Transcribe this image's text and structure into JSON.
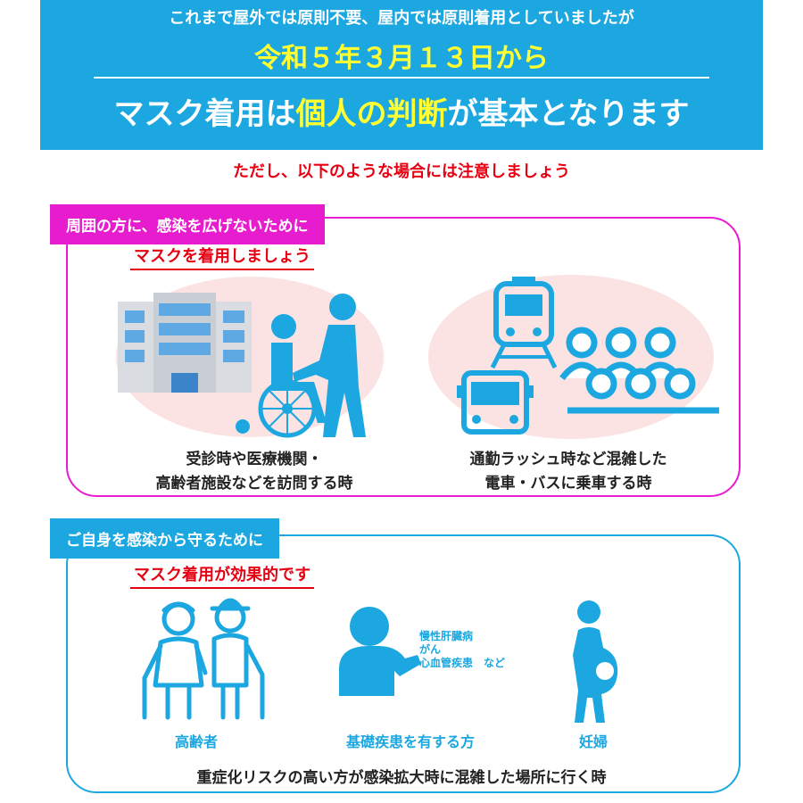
{
  "banner": {
    "line1": "これまで屋外では原則不要、屋内では原則着用としていましたが",
    "line2": "令和５年３月１３日から",
    "line3_part1": "マスク着用は",
    "line3_highlight": "個人の判断",
    "line3_part2": "が基本となります"
  },
  "caution": "ただし、以下のような場合には注意しましょう",
  "section1": {
    "tag": "周囲の方に、感染を広げないために",
    "subtitle": "マスクを着用しましょう",
    "scene1": {
      "caption_line1": "受診時や医療機関・",
      "caption_line2": "高齢者施設などを訪問する時"
    },
    "scene2": {
      "caption_line1": "通勤ラッシュ時など混雑した",
      "caption_line2": "電車・バスに乗車する時"
    }
  },
  "section2": {
    "tag": "ご自身を感染から守るために",
    "subtitle": "マスク着用が効果的です",
    "items": [
      {
        "label": "高齢者"
      },
      {
        "label": "基礎疾患を有する方"
      },
      {
        "label": "妊婦"
      }
    ],
    "diseases": [
      "慢性肝臓病",
      "がん",
      "心血管疾患　など"
    ],
    "bottom_caption": "重症化リスクの高い方が感染拡大時に混雑した場所に行く時"
  },
  "colors": {
    "banner_blue": "#1ca7e0",
    "highlight_yellow": "#ffff33",
    "caution_red": "#e60012",
    "magenta": "#e81ccf",
    "pink_bg": "#fbe3e4"
  }
}
